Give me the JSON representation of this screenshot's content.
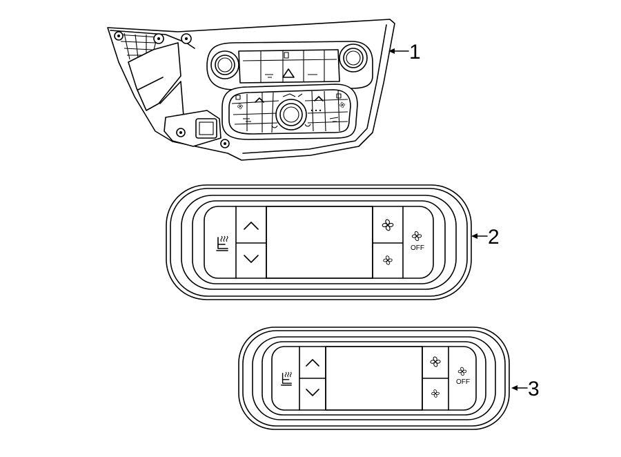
{
  "callouts": {
    "part1": "1",
    "part2": "2",
    "part3": "3"
  },
  "panel2": {
    "fan_off_label": "OFF"
  },
  "panel3": {
    "fan_off_label": "OFF"
  },
  "icons": {
    "seat_icon": "seat-heat-icon",
    "up": "chevron-up-icon",
    "down": "chevron-down-icon",
    "fan_high": "fan-high-icon",
    "fan_low": "fan-low-icon",
    "fan_off": "fan-off-icon",
    "arrow": "leader-arrow-icon"
  }
}
